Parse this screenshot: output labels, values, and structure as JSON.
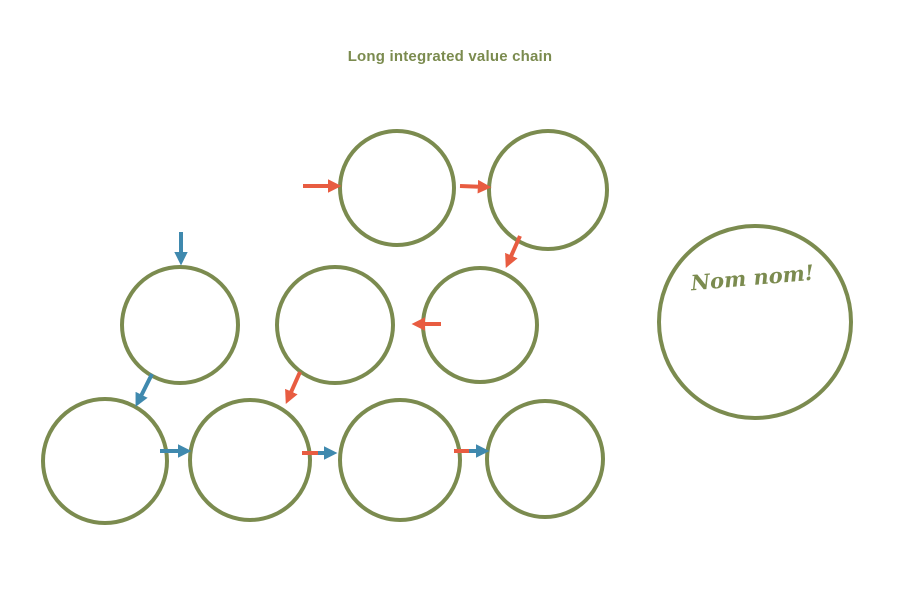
{
  "title": "Long integrated value chain",
  "annotation": {
    "big_circle_label": "Nom nom!"
  },
  "colors": {
    "node_stroke": "#7b8b4f",
    "title_text": "#7b8b4f",
    "arrow_red": "#e85c41",
    "arrow_blue": "#3f89ae",
    "background": "#ffffff"
  },
  "diagram": {
    "nodes": [
      "top-1",
      "top-2",
      "mid-1",
      "mid-2",
      "mid-3",
      "bottom-1",
      "bottom-2",
      "bottom-3",
      "bottom-4",
      "big-right"
    ],
    "edges": [
      {
        "from": "outside-left",
        "to": "top-1",
        "color": "red"
      },
      {
        "from": "top-1",
        "to": "top-2",
        "color": "red"
      },
      {
        "from": "top-2",
        "to": "mid-3",
        "color": "red"
      },
      {
        "from": "outside-top",
        "to": "mid-1",
        "color": "blue"
      },
      {
        "from": "mid-3",
        "to": "mid-2",
        "color": "red"
      },
      {
        "from": "mid-2",
        "to": "bottom-2",
        "color": "red"
      },
      {
        "from": "mid-1",
        "to": "bottom-1",
        "color": "blue"
      },
      {
        "from": "bottom-1",
        "to": "bottom-2",
        "color": "blue"
      },
      {
        "from": "bottom-2",
        "to": "bottom-3",
        "color": "red-then-blue"
      },
      {
        "from": "bottom-3",
        "to": "bottom-4",
        "color": "red-then-blue"
      }
    ]
  }
}
